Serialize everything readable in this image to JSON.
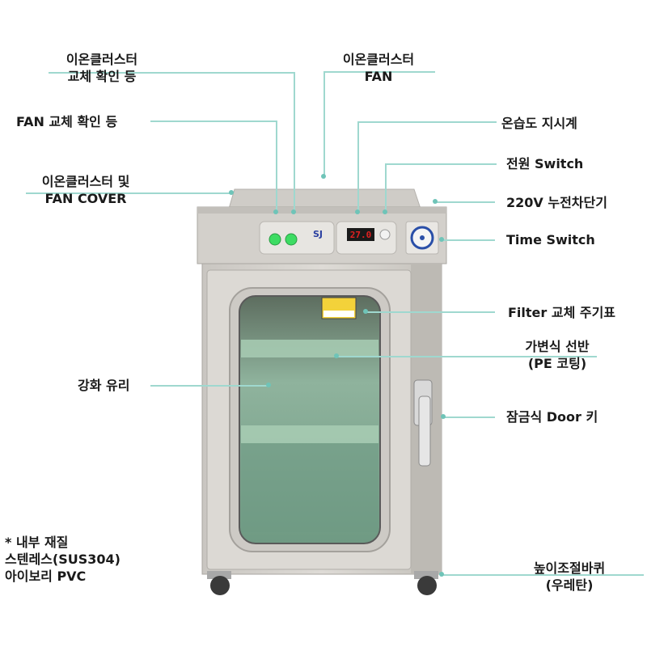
{
  "labels": {
    "ion_cluster_lamp": [
      "이온클러스터",
      "교체 확인 등"
    ],
    "ion_cluster_fan": [
      "이온클러스터",
      "FAN"
    ],
    "fan_lamp": "FAN 교체 확인 등",
    "thermo_hygrometer": "온습도 지시계",
    "power_switch": "전원 Switch",
    "ion_cover": [
      "이온클러스터 및",
      "FAN COVER"
    ],
    "breaker": "220V 누전차단기",
    "time_switch": "Time Switch",
    "filter_chart": "Filter 교체 주기표",
    "shelf": [
      "가변식 선반",
      "(PE 코팅)"
    ],
    "glass": "강화 유리",
    "door_lock": "잠금식 Door 키",
    "casters": [
      "높이조절바퀴",
      "(우레탄)"
    ]
  },
  "material_note": {
    "title": "* 내부 재질",
    "line1": "스텐레스(SUS304)",
    "line2": "아이보리 PVC"
  },
  "panel": {
    "display_value": "27.0",
    "logo": "SJ"
  },
  "colors": {
    "leader": "#9fd8cf",
    "cabinet": "#d7d4cf",
    "glass_tint": "#7fa592",
    "lamp": "#3ddc63",
    "display": "#e02020"
  }
}
